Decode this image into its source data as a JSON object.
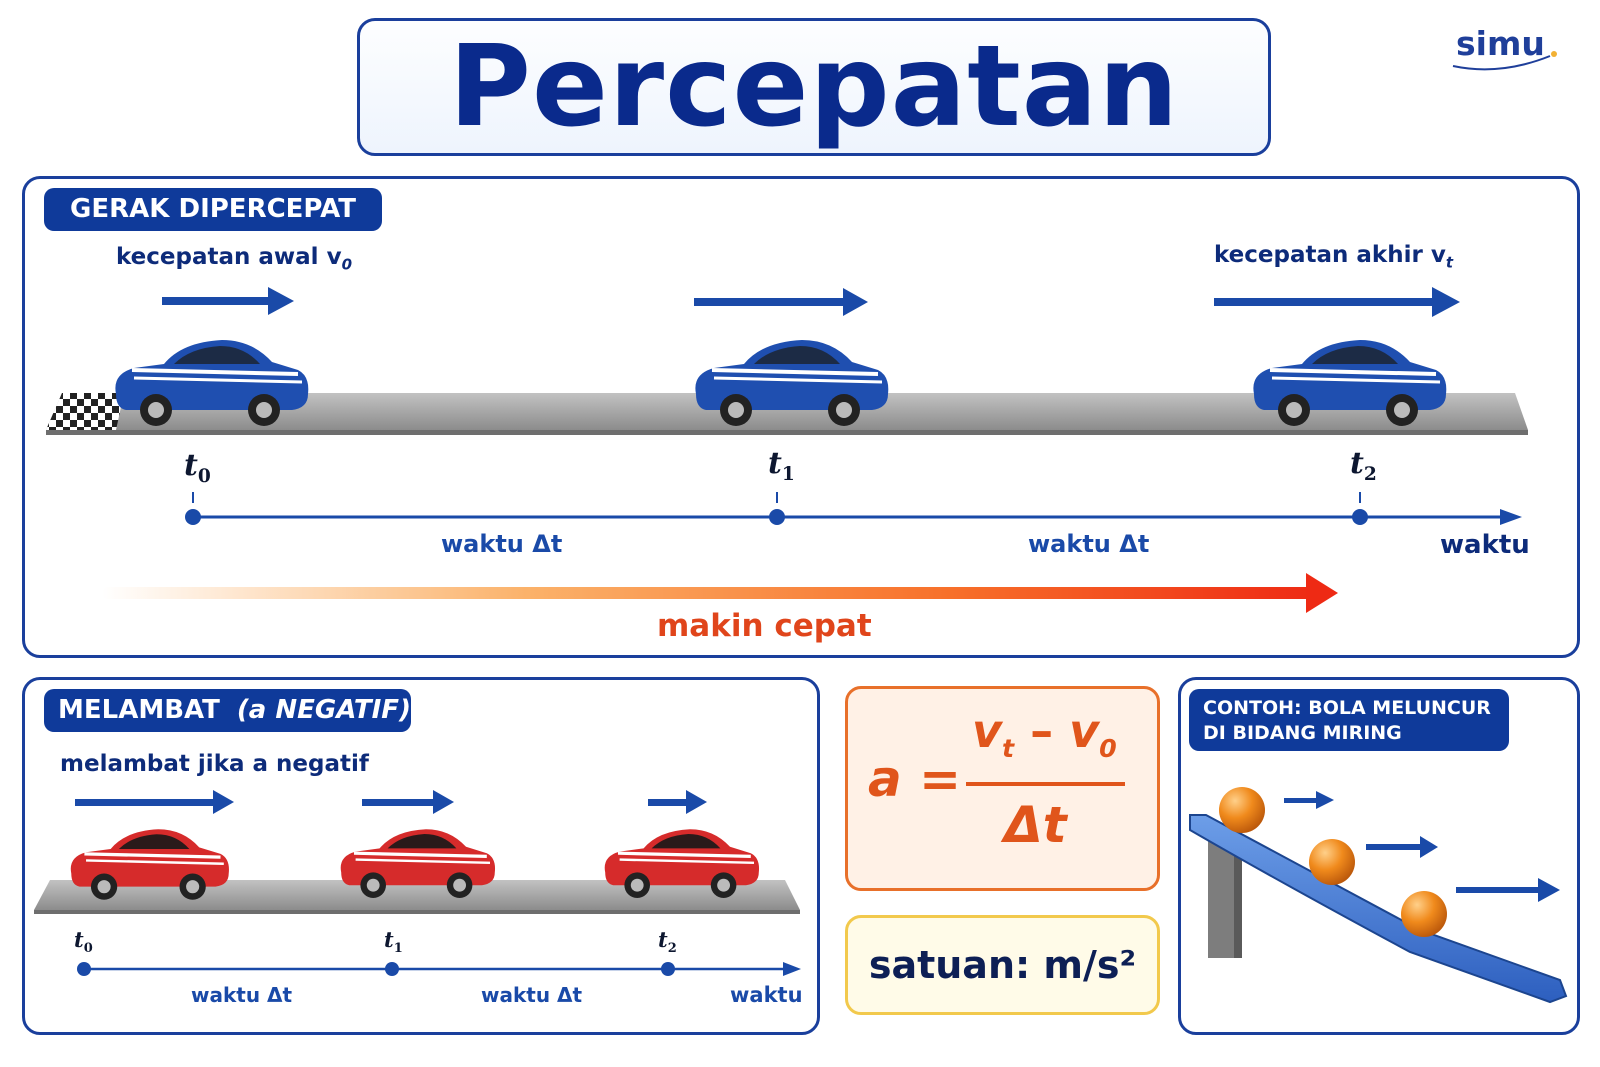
{
  "title": "Percepatan",
  "logo": "simu",
  "accelerating": {
    "badge": "GERAK DIPERCEPAT",
    "initial_velocity": "kecepatan awal v",
    "initial_velocity_sub": "0",
    "final_velocity": "kecepatan akhir v",
    "final_velocity_sub": "t",
    "times": [
      {
        "label": "t",
        "sub": "0"
      },
      {
        "label": "t",
        "sub": "1"
      },
      {
        "label": "t",
        "sub": "2"
      }
    ],
    "interval_label": "waktu Δt",
    "axis_label": "waktu",
    "faster_label": "makin cepat"
  },
  "decelerating": {
    "badge": "MELAMBAT",
    "badge_condition": "(a NEGATIF)",
    "note": "melambat jika a negatif",
    "times": [
      {
        "label": "t",
        "sub": "0"
      },
      {
        "label": "t",
        "sub": "1"
      },
      {
        "label": "t",
        "sub": "2"
      }
    ],
    "interval_label": "waktu Δt",
    "axis_label": "waktu"
  },
  "formula": {
    "lhs": "a =",
    "num_a": "v",
    "num_a_sub": "t",
    "minus": "–",
    "num_b": "v",
    "num_b_sub": "0",
    "den": "Δt"
  },
  "unit": "satuan: m/s²",
  "example": {
    "badge_line1": "CONTOH: BOLA MELUNCUR",
    "badge_line2": "DI BIDANG MIRING"
  },
  "colors": {
    "navy": "#0f3a9a",
    "blue_car": "#1f4fb0",
    "red_car": "#d62b2b",
    "orange": "#e8702a",
    "ball": "#f08a1c"
  }
}
